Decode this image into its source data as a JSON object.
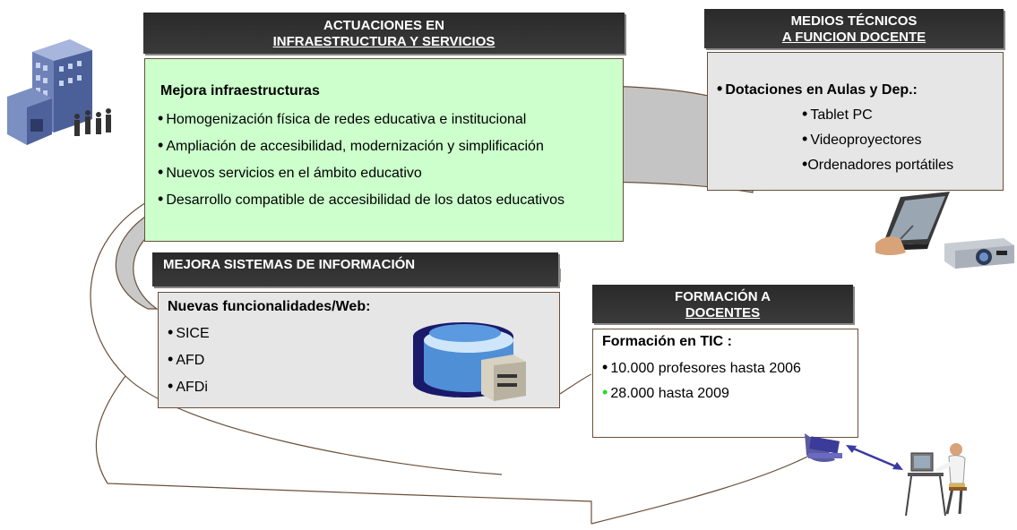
{
  "colors": {
    "header_bg": "#333333",
    "green_panel": "#ccffcc",
    "grey_panel": "#e6e6e6",
    "ring": "#bdbdbd",
    "outline": "#6a4f3a",
    "accent_bullet": "#22dd22"
  },
  "infra": {
    "header_line1": "ACTUACIONES EN",
    "header_line2": "INFRAESTRUCTURA Y SERVICIOS",
    "title": "Mejora infraestructuras",
    "items": [
      "Homogenización física de redes educativa e institucional",
      "Ampliación de accesibilidad, modernización y simplificación",
      "Nuevos servicios en el ámbito educativo",
      "Desarrollo compatible de accesibilidad de los datos educativos"
    ]
  },
  "medios": {
    "header_line1": "MEDIOS TÉCNICOS",
    "header_line2": "A FUNCION DOCENTE",
    "title": "Dotaciones en Aulas y Dep.:",
    "items": [
      "Tablet PC",
      "Videoproyectores",
      "Ordenadores portátiles"
    ]
  },
  "sistemas": {
    "header": "MEJORA SISTEMAS DE INFORMACIÓN",
    "title": "Nuevas funcionalidades/Web:",
    "items": [
      "SICE",
      "AFD",
      "AFDi"
    ]
  },
  "formacion": {
    "header_line1": "FORMACIÓN A",
    "header_line2": "DOCENTES",
    "title": "Formación en TIC :",
    "items": [
      "10.000 profesores hasta 2006",
      "28.000 hasta 2009"
    ]
  },
  "icons": [
    "buildings-people-icon",
    "tablet-pc-icon",
    "projector-icon",
    "database-server-icon",
    "laptop-icon",
    "teacher-at-computer-icon",
    "double-arrow-icon"
  ]
}
